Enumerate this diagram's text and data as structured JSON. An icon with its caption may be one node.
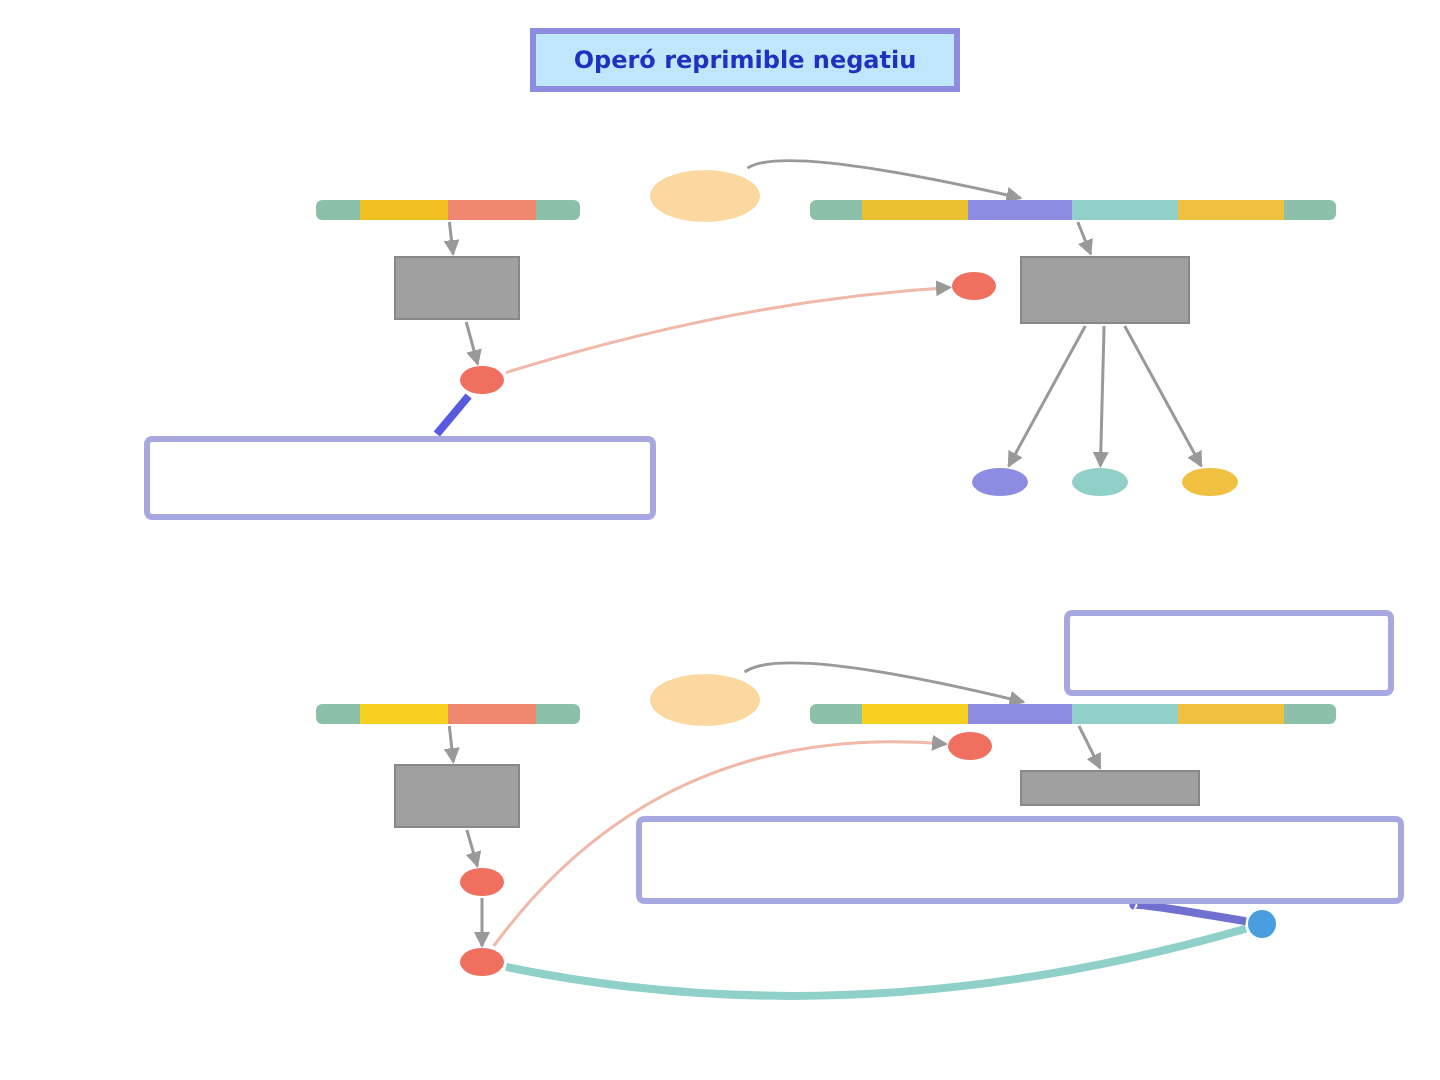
{
  "diagram": {
    "title": "Operó reprimible negatiu",
    "nodes": [
      {
        "text": [],
        "shape": "bar"
      },
      {
        "text": [],
        "shape": "box"
      },
      {
        "text": [],
        "shape": "circle"
      },
      {
        "text": [],
        "shape": "box"
      },
      {
        "text": [],
        "shape": "circle"
      },
      {
        "text": [],
        "shape": "bar"
      },
      {
        "text": [],
        "shape": "circle"
      },
      {
        "text": [],
        "shape": "box"
      },
      {
        "text": [],
        "shape": "circle"
      },
      {
        "text": [],
        "shape": "circle"
      },
      {
        "text": [],
        "shape": "circle"
      },
      {
        "text": [],
        "shape": "box"
      },
      {
        "text": [],
        "shape": "bar"
      },
      {
        "text": [],
        "shape": "box"
      },
      {
        "text": [],
        "shape": "circle"
      },
      {
        "text": [],
        "shape": "circle"
      },
      {
        "text": [],
        "shape": "circle"
      },
      {
        "text": [],
        "shape": "bar"
      },
      {
        "text": [],
        "shape": "circle"
      },
      {
        "text": [],
        "shape": "box"
      },
      {
        "text": [],
        "shape": "box"
      },
      {
        "text": [],
        "shape": "circle"
      }
    ],
    "edges": [
      {
        "from": 0,
        "to": 1,
        "arrow": "to"
      },
      {
        "from": 1,
        "to": 2,
        "arrow": "to"
      },
      {
        "from": 2,
        "to": 6,
        "arrow": "to",
        "color": "#f0b8a8"
      },
      {
        "from": 3,
        "to": 2,
        "arrow": "none",
        "style": "thick",
        "color": "#5a5ae0"
      },
      {
        "from": 4,
        "to": 5,
        "arrow": "to"
      },
      {
        "from": 5,
        "to": 7,
        "arrow": "to"
      },
      {
        "from": 7,
        "to": 8,
        "arrow": "to"
      },
      {
        "from": 7,
        "to": 9,
        "arrow": "to"
      },
      {
        "from": 7,
        "to": 10,
        "arrow": "to"
      },
      {
        "from": 12,
        "to": 13,
        "arrow": "to"
      },
      {
        "from": 13,
        "to": 14,
        "arrow": "to"
      },
      {
        "from": 14,
        "to": 15,
        "arrow": "to"
      },
      {
        "from": 15,
        "to": 18,
        "arrow": "to",
        "color": "#f0b8a8"
      },
      {
        "from": 21,
        "to": 15,
        "arrow": "none",
        "style": "thick",
        "color": "#8fd0c8"
      },
      {
        "from": 16,
        "to": 17,
        "arrow": "to"
      },
      {
        "from": 17,
        "to": 19,
        "arrow": "to"
      },
      {
        "from": 20,
        "to": 21,
        "arrow": "none",
        "style": "thick",
        "color": "#7070d0"
      }
    ]
  }
}
